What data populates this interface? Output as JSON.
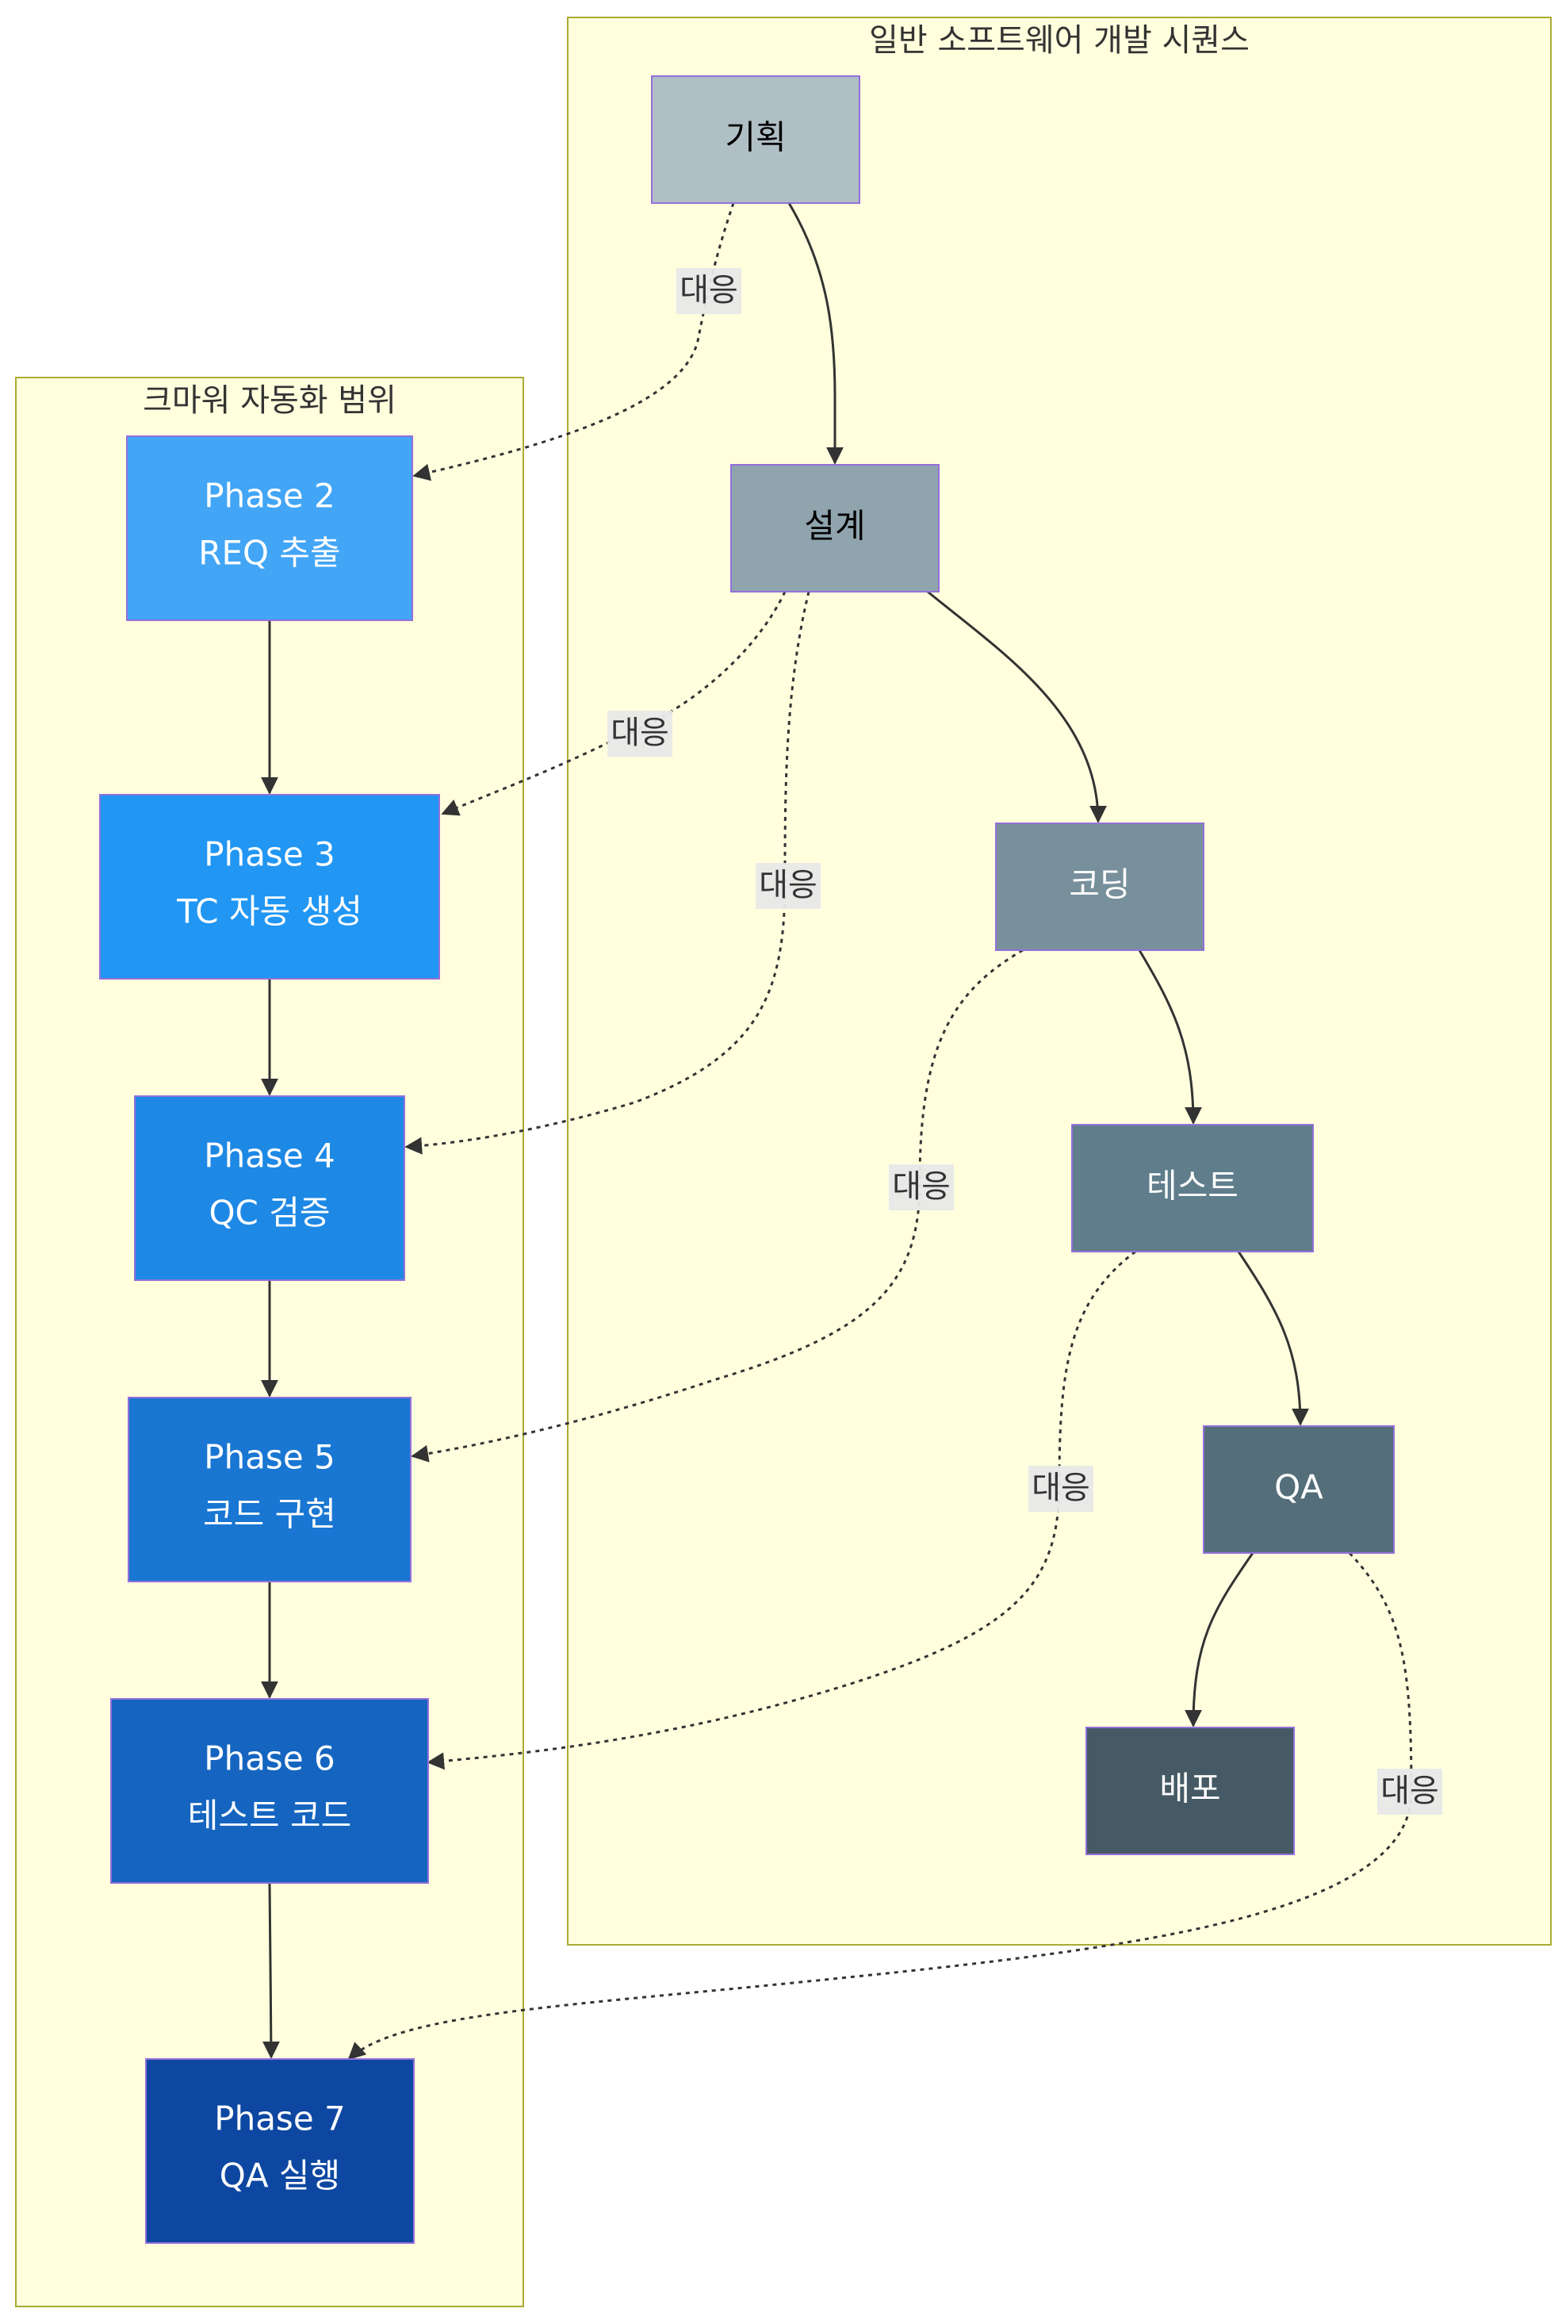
{
  "clusters": {
    "automation": {
      "title": "크마워 자동화 범위"
    },
    "general": {
      "title": "일반 소프트웨어 개발 시퀀스"
    }
  },
  "nodes": {
    "plan": {
      "label": "기획",
      "fill": "#b0bec5",
      "color": "#000000"
    },
    "design": {
      "label": "설계",
      "fill": "#90a4ae",
      "color": "#000000"
    },
    "coding": {
      "label": "코딩",
      "fill": "#78909c",
      "color": "#ffffff"
    },
    "test": {
      "label": "테스트",
      "fill": "#607d8b",
      "color": "#ffffff"
    },
    "qa": {
      "label": "QA",
      "fill": "#546e7a",
      "color": "#ffffff"
    },
    "deploy": {
      "label": "배포",
      "fill": "#455a64",
      "color": "#ffffff"
    },
    "phase2": {
      "line1": "Phase 2",
      "line2": "REQ 추출",
      "fill": "#42a5f5",
      "color": "#ffffff"
    },
    "phase3": {
      "line1": "Phase 3",
      "line2": "TC 자동 생성",
      "fill": "#2196f3",
      "color": "#ffffff"
    },
    "phase4": {
      "line1": "Phase 4",
      "line2": "QC 검증",
      "fill": "#1e88e5",
      "color": "#ffffff"
    },
    "phase5": {
      "line1": "Phase 5",
      "line2": "코드 구현",
      "fill": "#1976d2",
      "color": "#ffffff"
    },
    "phase6": {
      "line1": "Phase 6",
      "line2": "테스트 코드",
      "fill": "#1565c0",
      "color": "#ffffff"
    },
    "phase7": {
      "line1": "Phase 7",
      "line2": "QA 실행",
      "fill": "#0d47a1",
      "color": "#ffffff"
    }
  },
  "edges": {
    "mapping_label": "대응"
  }
}
